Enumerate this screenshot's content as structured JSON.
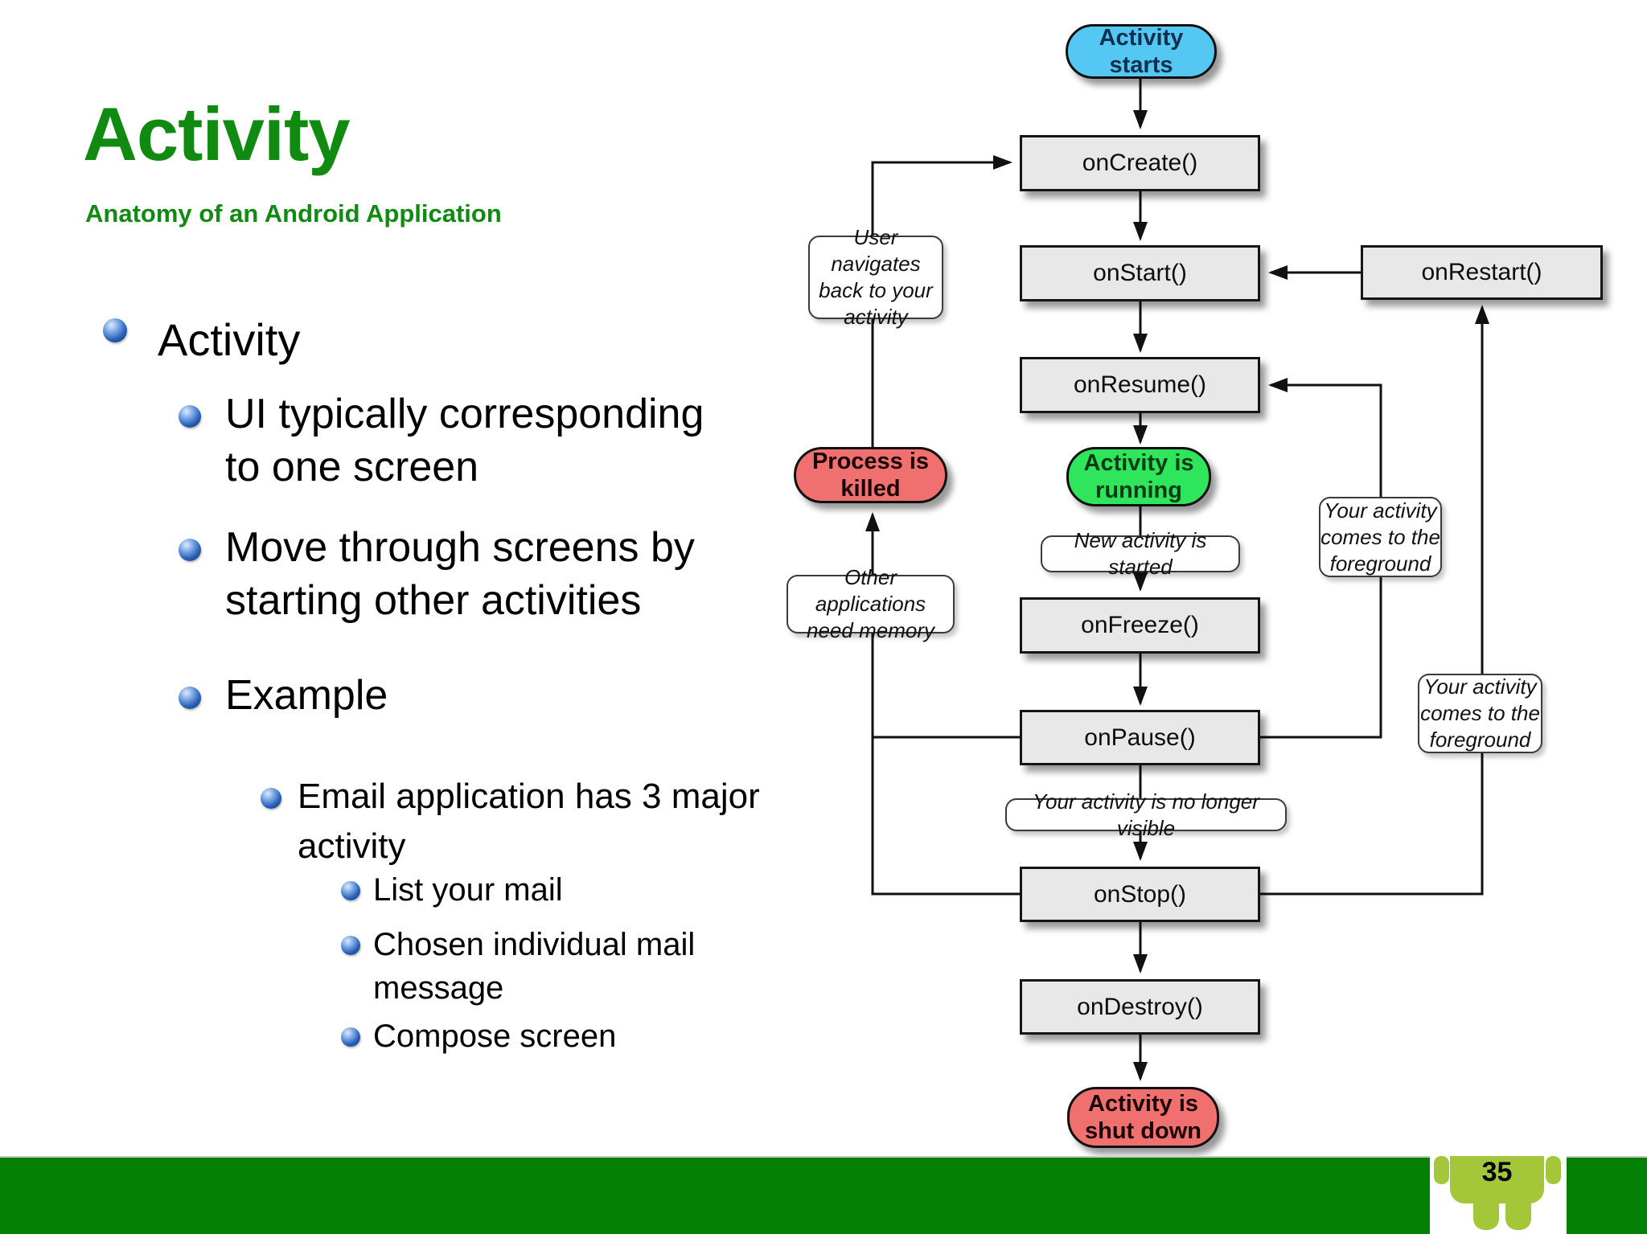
{
  "slide": {
    "title": "Activity",
    "subtitle": "Anatomy of an Android Application",
    "page_number": "35",
    "colors": {
      "title_green": "#118a11",
      "footer_green": "#048104",
      "android_green": "#a4c639",
      "box_gray": "#e8e8e8",
      "pill_cyan": "#54c8f2",
      "pill_green": "#2ee55c",
      "pill_red": "#f07070"
    }
  },
  "bullets": [
    {
      "level": 1,
      "lines": [
        "Activity"
      ]
    },
    {
      "level": 2,
      "lines": [
        "UI typically corresponding",
        "to one screen"
      ]
    },
    {
      "level": 2,
      "lines": [
        "Move through screens by",
        "starting other activities"
      ]
    },
    {
      "level": 2,
      "lines": [
        "Example"
      ]
    },
    {
      "level": 3,
      "lines": [
        "Email application has 3 major",
        "activity"
      ]
    },
    {
      "level": 4,
      "lines": [
        "List your mail"
      ]
    },
    {
      "level": 4,
      "lines": [
        "Chosen individual mail",
        "message"
      ]
    },
    {
      "level": 4,
      "lines": [
        "Compose screen"
      ]
    }
  ],
  "flow": {
    "nodes": {
      "activity_starts": [
        "Activity",
        "starts"
      ],
      "on_create": "onCreate()",
      "on_start": "onStart()",
      "on_restart": "onRestart()",
      "on_resume": "onResume()",
      "activity_running": [
        "Activity is",
        "running"
      ],
      "process_killed": [
        "Process is",
        "killed"
      ],
      "on_freeze": "onFreeze()",
      "on_pause": "onPause()",
      "on_stop": "onStop()",
      "on_destroy": "onDestroy()",
      "activity_shutdown": [
        "Activity is",
        "shut down"
      ]
    },
    "annotations": {
      "user_navigates": [
        "User navigates",
        "back to your",
        "activity"
      ],
      "process_killed_cause": [
        "Other applications",
        "need memory"
      ],
      "new_activity": [
        "New activity is started"
      ],
      "not_visible": [
        "Your activity is no longer visible"
      ],
      "foreground_a": [
        "Your activity",
        "comes to the",
        "foreground"
      ],
      "foreground_b": [
        "Your activity",
        "comes to the",
        "foreground"
      ]
    }
  }
}
